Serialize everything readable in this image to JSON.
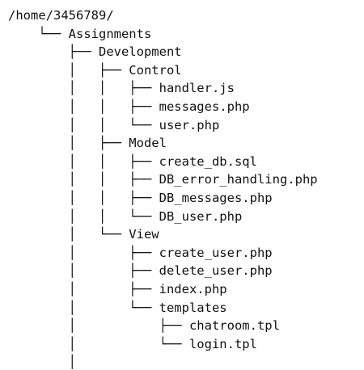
{
  "tree": {
    "lines": [
      "/home/3456789/",
      "    └── Assignments",
      "        ├── Development",
      "        │   ├── Control",
      "        │   │   ├── handler.js",
      "        │   │   ├── messages.php",
      "        │   │   └── user.php",
      "        │   ├── Model",
      "        │   │   ├── create_db.sql",
      "        │   │   ├── DB_error_handling.php",
      "        │   │   ├── DB_messages.php",
      "        │   │   └── DB_user.php",
      "        │   └── View",
      "        │       ├── create_user.php",
      "        │       ├── delete_user.php",
      "        │       ├── index.php",
      "        │       └── templates",
      "        │           ├── chatroom.tpl",
      "        │           └── login.tpl",
      "        │"
    ]
  }
}
